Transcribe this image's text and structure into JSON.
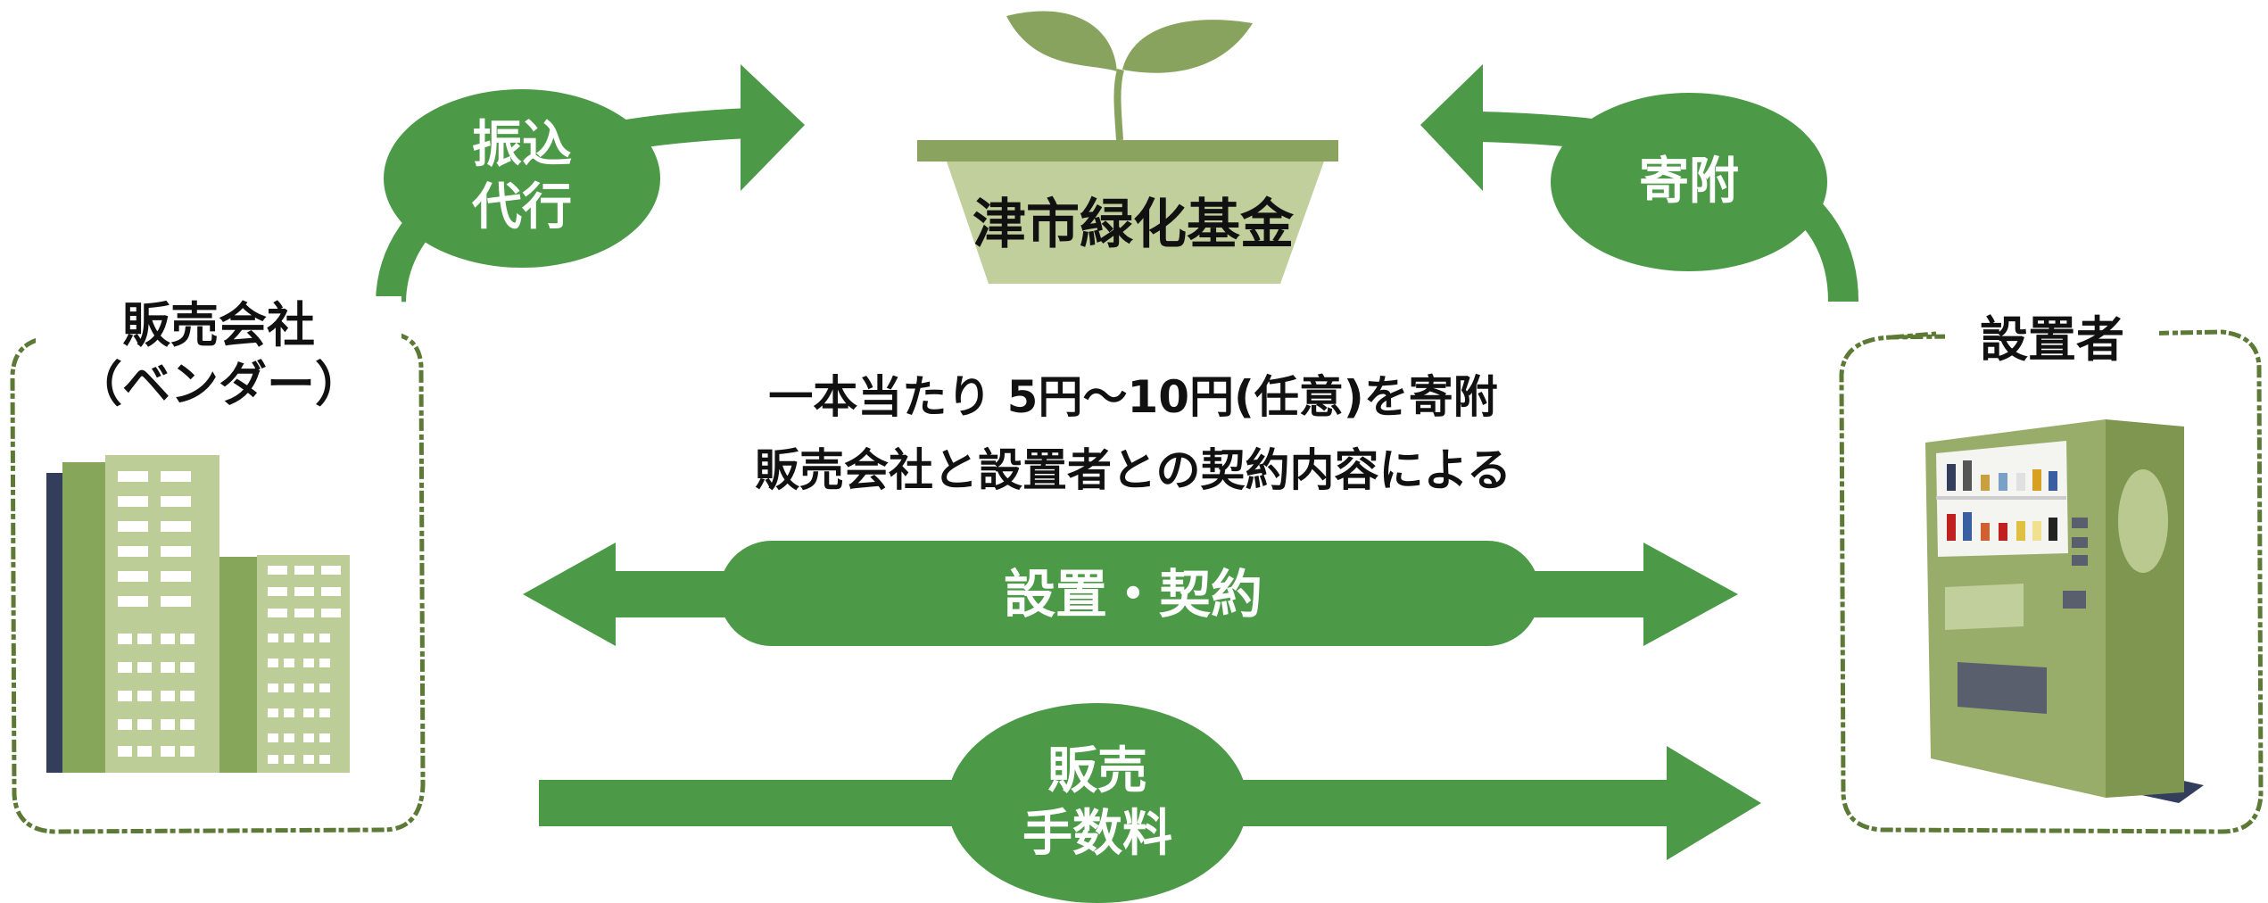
{
  "fund": {
    "label": "津市緑化基金"
  },
  "vendor": {
    "label": "販売会社\n（ベンダー）"
  },
  "installer": {
    "label": "設置者"
  },
  "transfer": {
    "label": "振込\n代行"
  },
  "donation": {
    "label": "寄附"
  },
  "center_text": {
    "line1": "一本当たり 5円～10円(任意)を寄附",
    "line2": "販売会社と設置者との契約内容による"
  },
  "contract": {
    "label": "設置・契約"
  },
  "commission": {
    "label": "販売\n手数料"
  },
  "colors": {
    "arrow_green": "#4c9a48",
    "pot_light": "#c0cf9c",
    "pot_rim": "#8aa35e",
    "leaf": "#88a35e",
    "building_dark": "#333d5c",
    "building_mid": "#86a65a",
    "building_light": "#bccd98",
    "machine_body": "#98ad6a",
    "machine_side": "#7e9650",
    "frame": "#5c7a36"
  }
}
